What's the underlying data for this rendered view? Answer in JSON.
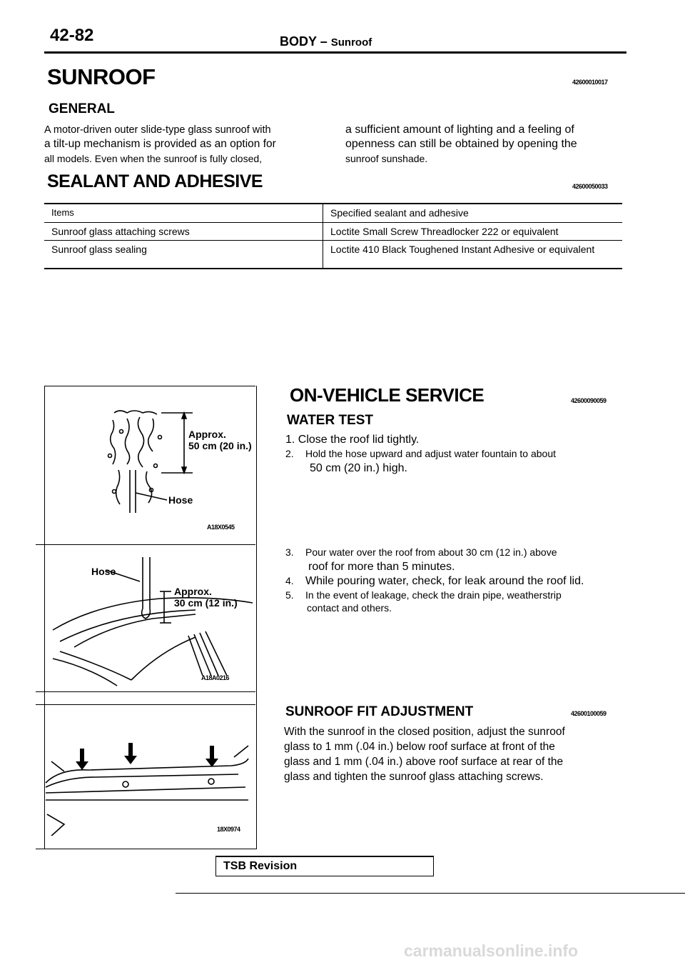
{
  "header": {
    "page_number": "42-82",
    "section": "BODY",
    "dash": "–",
    "subsection": "Sunroof"
  },
  "sunroof": {
    "title": "SUNROOF",
    "code": "42600010017"
  },
  "general": {
    "heading": "GENERAL",
    "col1": [
      "A motor-driven outer slide-type glass sunroof with",
      "a tilt-up mechanism is provided as an option for",
      "all models. Even when the sunroof is fully closed,"
    ],
    "col2": [
      "a sufficient amount of lighting and a feeling of",
      "openness can still be obtained by opening the",
      "sunroof  sunshade."
    ]
  },
  "sealant": {
    "title": "SEALANT AND ADHESIVE",
    "code": "42600050033",
    "headers": [
      "Items",
      "Specified sealant and adhesive"
    ],
    "rows": [
      [
        "Sunroof glass attaching screws",
        "Loctite Small Screw Threadlocker 222 or equivalent"
      ],
      [
        "Sunroof glass sealing",
        "Loctite 410 Black Toughened Instant Adhesive or equivalent"
      ]
    ]
  },
  "figures": {
    "fig1": {
      "approx": "Approx.",
      "dim": "50 cm (20 in.)",
      "hose": "Hose",
      "code": "A18X0545"
    },
    "fig2": {
      "hose": "Hose",
      "approx": "Approx.",
      "dim": "30 cm (12 in.)",
      "code": "A18A0216"
    },
    "fig3": {
      "code": "18X0974"
    }
  },
  "service": {
    "title": "ON-VEHICLE  SERVICE",
    "code": "42600090059",
    "water_test_heading": "WATER TEST",
    "step1": "1. Close  the  roof  lid  tightly.",
    "step2_num": "2.",
    "step2_a": "Hold the hose upward and adjust water fountain to about",
    "step2_b": "50 cm (20 in.) high.",
    "step3_num": "3.",
    "step3_a": "Pour water over the roof from about 30 cm (12 in.) above",
    "step3_b": "roof for more than 5 minutes.",
    "step4_num": "4.",
    "step4": "While pouring water, check, for leak around the roof lid.",
    "step5_num": "5.",
    "step5_a": "In the event of leakage, check the drain pipe, weatherstrip",
    "step5_b": "contact  and  others."
  },
  "adjust": {
    "title": "SUNROOF  FIT  ADJUSTMENT",
    "code": "42600100059",
    "lines": [
      "With the sunroof in the closed position, adjust the sunroof",
      "glass to 1 mm (.04 in.) below roof surface at front of the",
      "glass and 1 mm (.04 in.) above roof surface at rear of the",
      "glass and tighten the sunroof glass attaching screws."
    ]
  },
  "footer": {
    "tsb": "TSB Revision",
    "url": "carmanualsonline.info"
  }
}
